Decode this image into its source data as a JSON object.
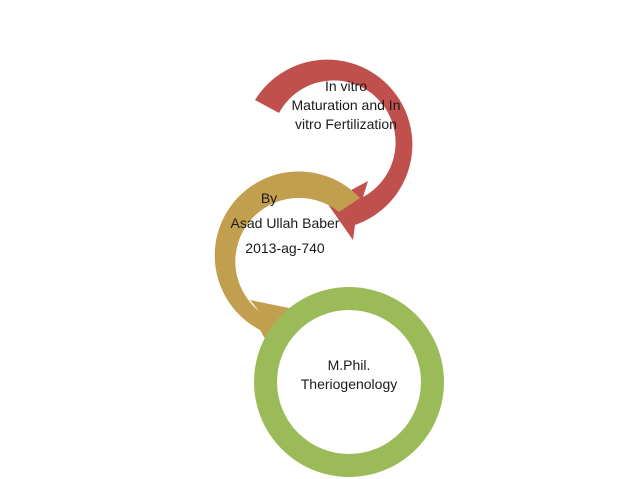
{
  "colors": {
    "background": "#ffffff",
    "arrow_1": "#c0504d",
    "arrow_2": "#c29f4f",
    "arrow_3": "#9bbb59"
  },
  "steps": [
    {
      "lines": [
        "In vitro",
        "Maturation and In",
        "vitro Fertilization"
      ],
      "color_key": "arrow_1",
      "shape": "circular-arrow"
    },
    {
      "lines": [
        "By",
        "Asad Ullah Baber",
        "2013-ag-740"
      ],
      "color_key": "arrow_2",
      "shape": "circular-arrow"
    },
    {
      "lines": [
        "M.Phil.",
        "Theriogenology"
      ],
      "color_key": "arrow_3",
      "shape": "ring"
    }
  ]
}
